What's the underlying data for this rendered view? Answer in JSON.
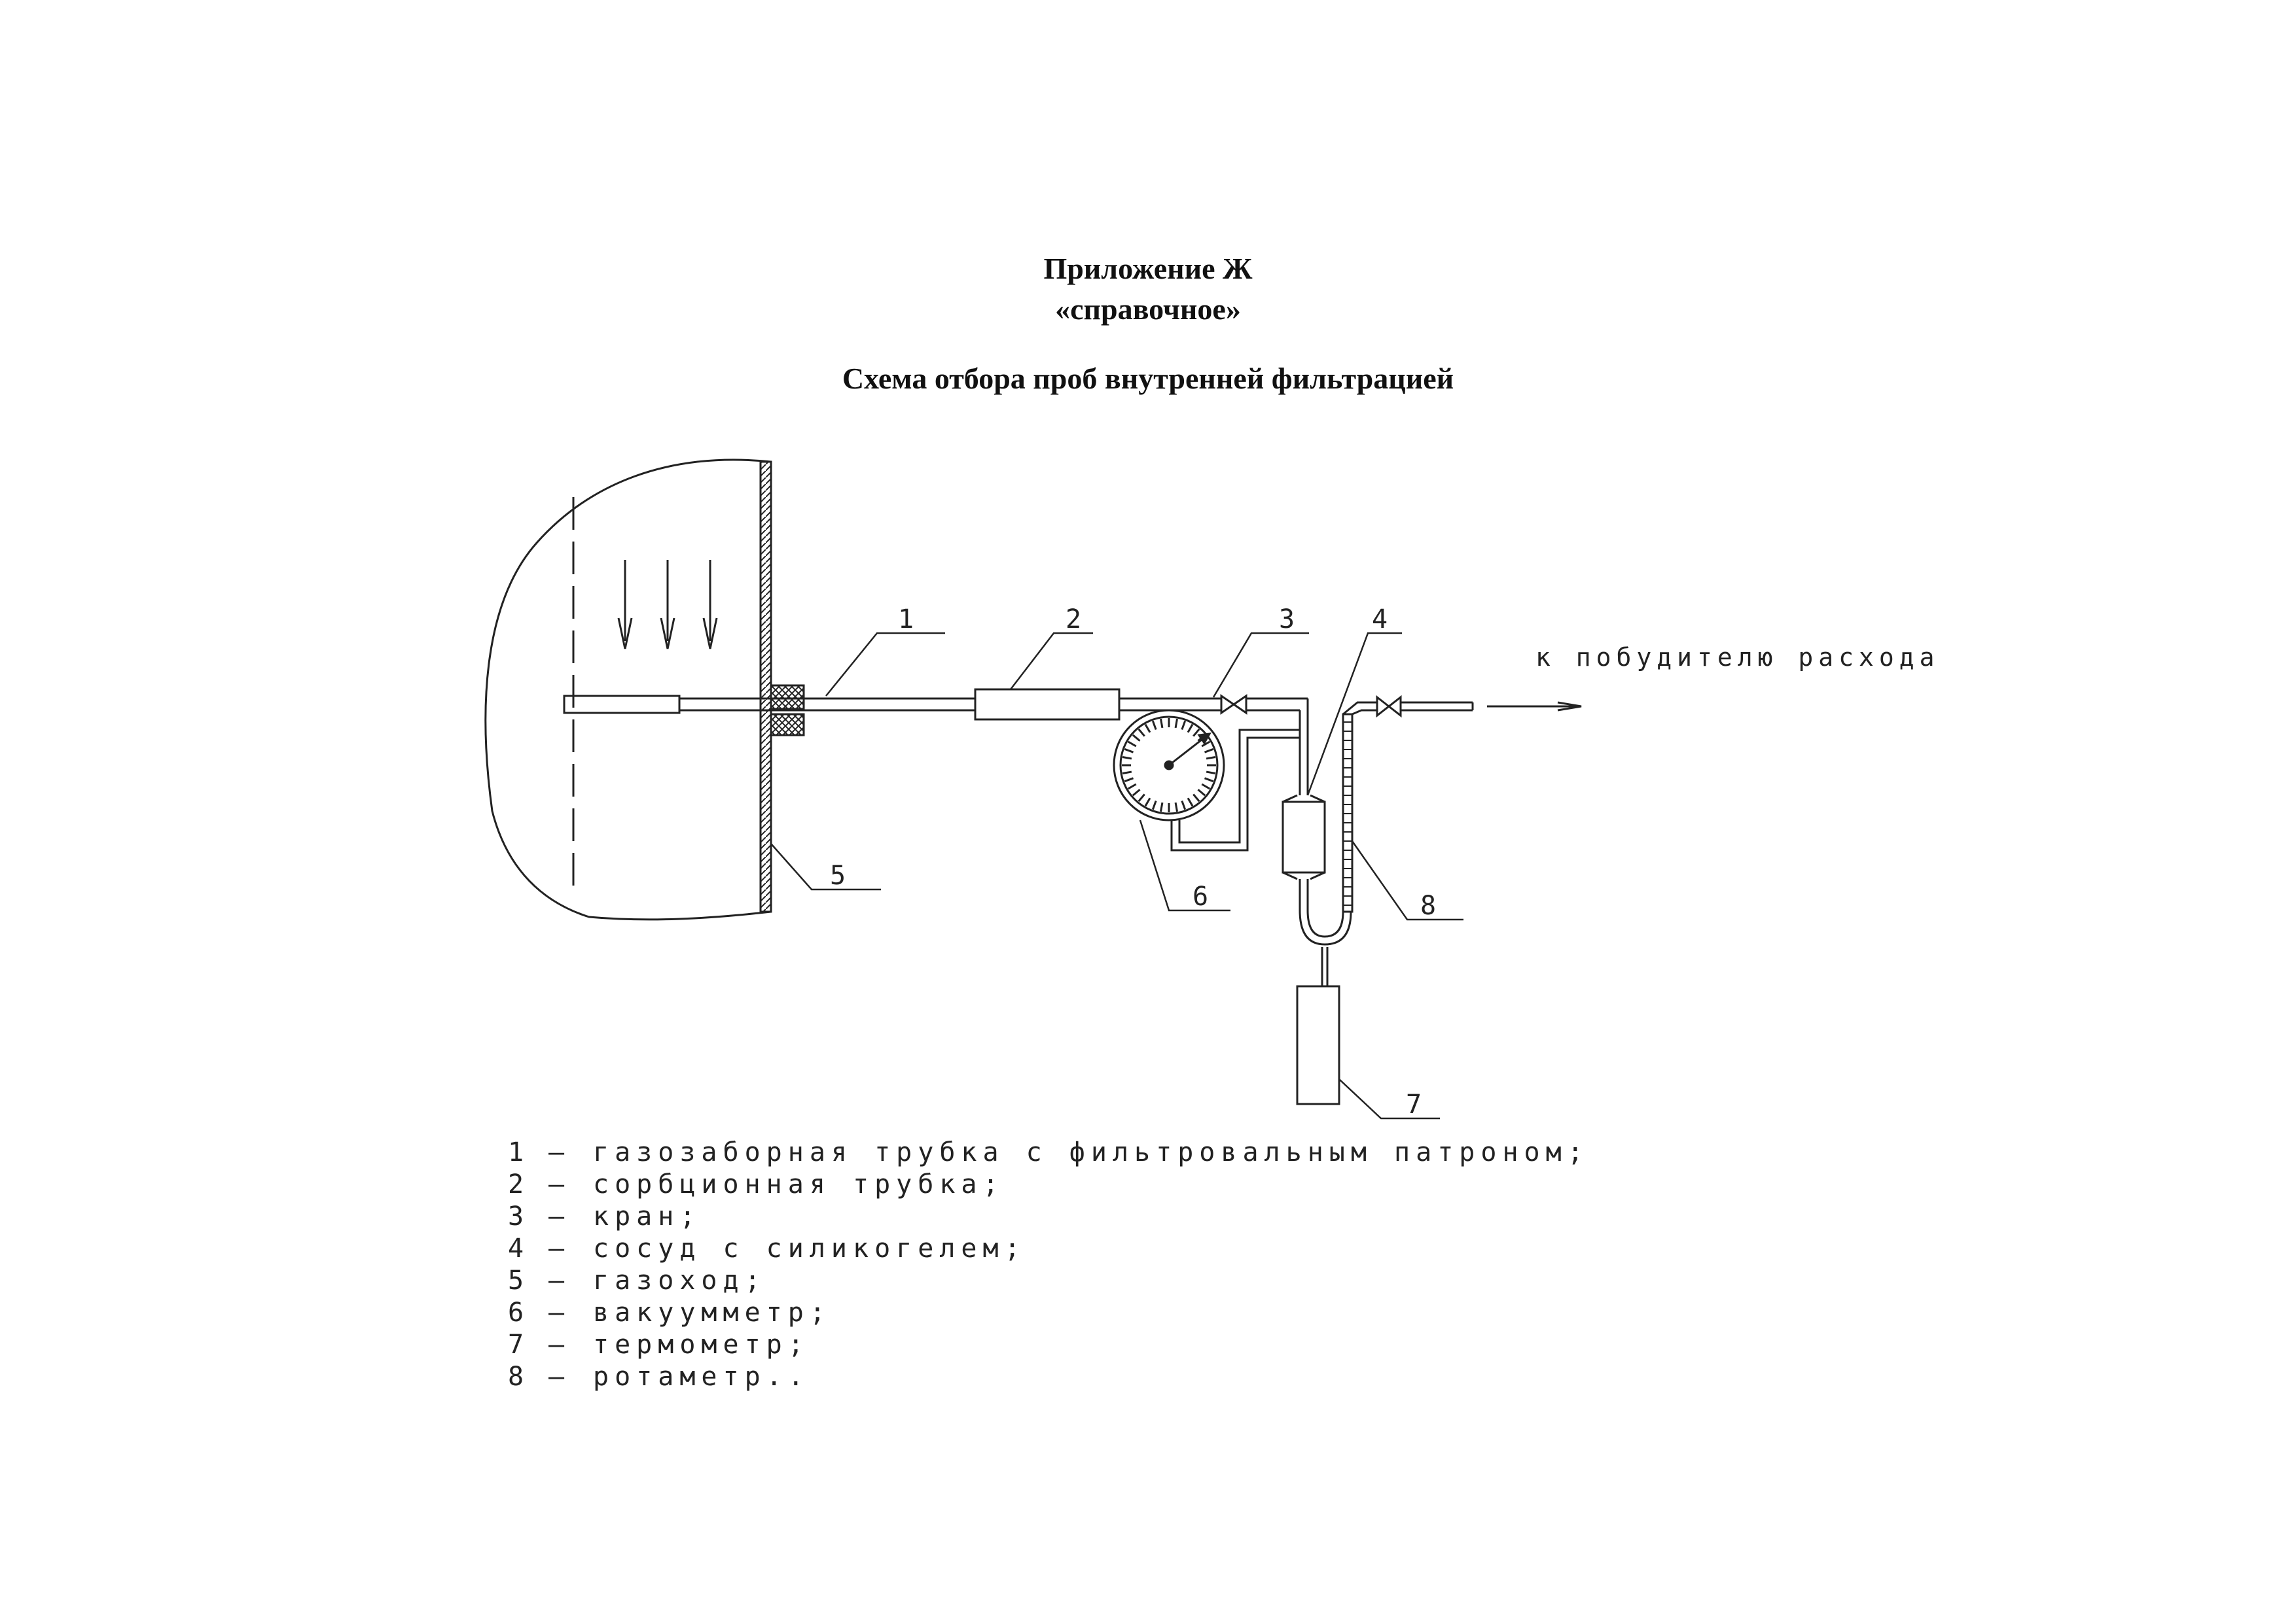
{
  "header": {
    "appendix": "Приложение Ж",
    "note": "«справочное»",
    "title": "Схема отбора проб внутренней фильтрацией"
  },
  "diagram": {
    "flow_direction_label": "к побудителю расхода",
    "callouts": [
      "1",
      "2",
      "3",
      "4",
      "5",
      "6",
      "7",
      "8"
    ]
  },
  "legend": {
    "items": [
      {
        "num": "1",
        "dash": "–",
        "text": "газозаборная трубка с фильтровальным патроном;"
      },
      {
        "num": "2",
        "dash": "–",
        "text": "сорбционная трубка;"
      },
      {
        "num": "3",
        "dash": "–",
        "text": "кран;"
      },
      {
        "num": "4",
        "dash": "–",
        "text": "сосуд с силикогелем;"
      },
      {
        "num": "5",
        "dash": "–",
        "text": "газоход;"
      },
      {
        "num": "6",
        "dash": "–",
        "text": "вакуумметр;"
      },
      {
        "num": "7",
        "dash": "–",
        "text": "термометр;"
      },
      {
        "num": "8",
        "dash": "–",
        "text": "ротаметр.."
      }
    ]
  },
  "colors": {
    "ink": "#222222",
    "background": "#ffffff"
  }
}
